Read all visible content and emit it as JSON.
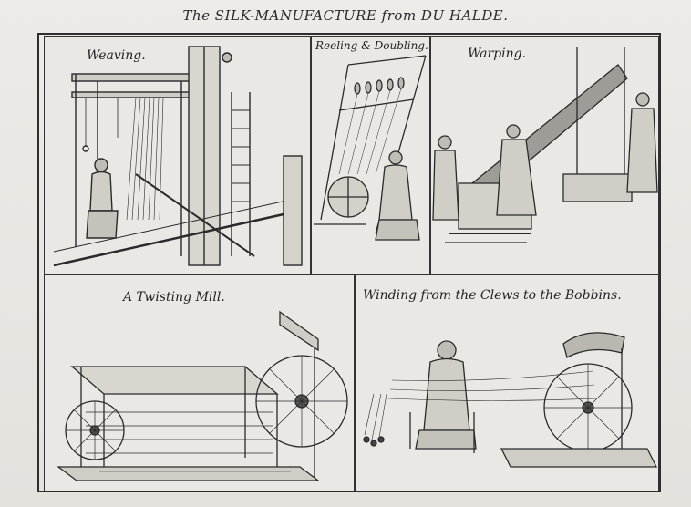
{
  "title": "The SILK-MANUFACTURE from DU HALDE.",
  "panels": {
    "weaving": "Weaving.",
    "reeling": "Reeling & Doubling.",
    "warping": "Warping.",
    "twisting": "A Twisting Mill.",
    "winding": "Winding from the Clews to the Bobbins."
  }
}
